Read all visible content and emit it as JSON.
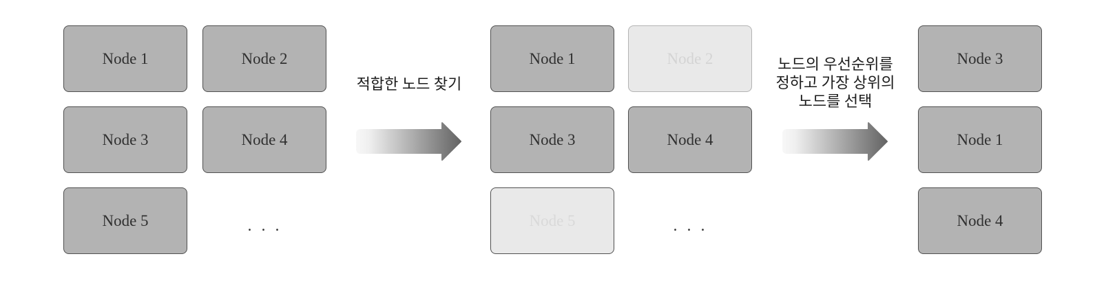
{
  "groups": {
    "initial": {
      "title": "all-nodes-pool",
      "nodes": [
        {
          "label": "Node 1",
          "state": "normal"
        },
        {
          "label": "Node 2",
          "state": "normal"
        },
        {
          "label": "Node 3",
          "state": "normal"
        },
        {
          "label": "Node 4",
          "state": "normal"
        },
        {
          "label": "Node 5",
          "state": "normal"
        }
      ],
      "ellipsis": ". . ."
    },
    "filtered": {
      "title": "feasible-nodes",
      "nodes": [
        {
          "label": "Node 1",
          "state": "normal"
        },
        {
          "label": "Node 2",
          "state": "filtered-out"
        },
        {
          "label": "Node 3",
          "state": "normal"
        },
        {
          "label": "Node 4",
          "state": "normal"
        },
        {
          "label": "Node 5",
          "state": "filtered-out"
        }
      ],
      "ellipsis": ". . ."
    },
    "prioritized": {
      "title": "ranked-nodes",
      "nodes": [
        {
          "label": "Node 3"
        },
        {
          "label": "Node 1"
        },
        {
          "label": "Node 4"
        }
      ]
    }
  },
  "arrows": [
    {
      "name": "find-fit-nodes",
      "label_lines": [
        "적합한 노드 찾기"
      ]
    },
    {
      "name": "prioritize-and-select",
      "label_lines": [
        "노드의 우선순위를",
        "정하고 가장 상위의",
        "노드를 선택"
      ]
    }
  ],
  "colors": {
    "background": "#ffffff",
    "node_fill": "#b3b3b3",
    "node_border": "#4f4f4f",
    "node_text": "#303030",
    "faded_node_fill": "#e9e9e9",
    "faded_node_text": "#d4d4d4",
    "faded_node_border": "#b3b3b3",
    "arrow_gradient_start": "#f7f7f7",
    "arrow_gradient_end": "#646464",
    "label_text": "#1c1c1c"
  }
}
